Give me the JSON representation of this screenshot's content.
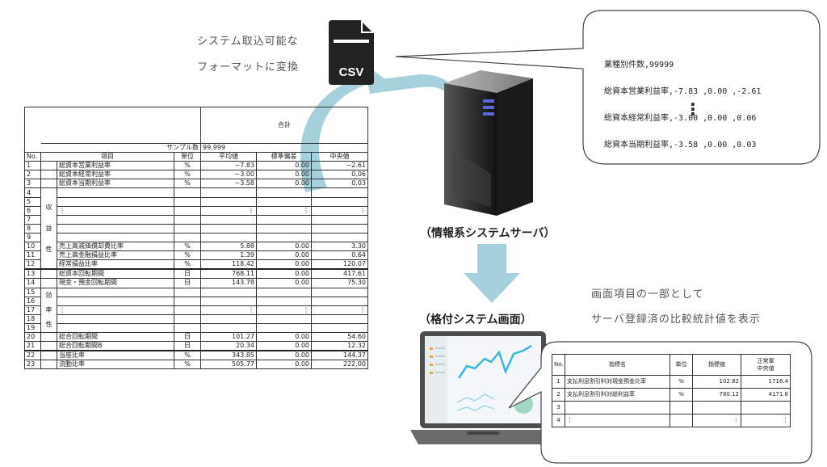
{
  "captions": {
    "convert_line1": "システム取込可能な",
    "convert_line2": "フォーマットに変換",
    "server_label": "（情報系システムサーバ）",
    "rating_label": "（格付システム画面）",
    "display_line1": "画面項目の一部として",
    "display_line2": "サーバ登録済の比較統計値を表示"
  },
  "csv_icon": {
    "label": "CSV",
    "icon": "csv-file-icon"
  },
  "server_icon": "server-tower-icon",
  "laptop_icon": "laptop-dashboard-icon",
  "bubble": {
    "lines": [
      "業種別件数,99999",
      "総資本営業利益率,-7.83 ,0.00 ,-2.61",
      "総資本経常利益率,-3.00 ,0.00 ,0.06",
      "総資本当期利益率,-3.58 ,0.00 ,0.03"
    ],
    "ellipsis": "⋮"
  },
  "source_table": {
    "header_total": "合計",
    "sample_label": "サンプル数",
    "sample_value": "99,999",
    "col_no": "No.",
    "col_item": "項目",
    "col_unit": "単位",
    "col_mean": "平均値",
    "col_sd": "標準偏差",
    "col_median": "中央値",
    "group_profit": [
      "収",
      "益",
      "性"
    ],
    "group_efficiency": [
      "効",
      "率",
      "性"
    ],
    "rows": [
      {
        "no": "1",
        "item": "総資本営業利益率",
        "unit": "%",
        "mean": "−7.83",
        "sd": "0.00",
        "median": "−2.61"
      },
      {
        "no": "2",
        "item": "総資本経常利益率",
        "unit": "%",
        "mean": "−3.00",
        "sd": "0.00",
        "median": "0.06"
      },
      {
        "no": "3",
        "item": "総資本当期利益率",
        "unit": "%",
        "mean": "−3.58",
        "sd": "0.00",
        "median": "0.03"
      },
      {
        "no": "4",
        "item": "",
        "unit": "",
        "mean": "",
        "sd": "",
        "median": ""
      },
      {
        "no": "5",
        "item": "",
        "unit": "",
        "mean": "",
        "sd": "",
        "median": ""
      },
      {
        "no": "6",
        "item": "⋮",
        "unit": "",
        "mean": "⋮",
        "sd": "⋮",
        "median": "⋮"
      },
      {
        "no": "7",
        "item": "",
        "unit": "",
        "mean": "",
        "sd": "",
        "median": ""
      },
      {
        "no": "8",
        "item": "",
        "unit": "",
        "mean": "",
        "sd": "",
        "median": ""
      },
      {
        "no": "9",
        "item": "",
        "unit": "",
        "mean": "",
        "sd": "",
        "median": ""
      },
      {
        "no": "10",
        "item": "売上高減価償却費比率",
        "unit": "%",
        "mean": "5.88",
        "sd": "0.00",
        "median": "3.30"
      },
      {
        "no": "11",
        "item": "売上高金融損益比率",
        "unit": "%",
        "mean": "1.39",
        "sd": "0.00",
        "median": "0.64"
      },
      {
        "no": "12",
        "item": "経常損益比率",
        "unit": "%",
        "mean": "118.42",
        "sd": "0.00",
        "median": "120.07"
      },
      {
        "no": "13",
        "item": "総資本回転期間",
        "unit": "日",
        "mean": "768.11",
        "sd": "0.00",
        "median": "417.61"
      },
      {
        "no": "14",
        "item": "現金・預金回転期間",
        "unit": "日",
        "mean": "143.78",
        "sd": "0.00",
        "median": "75.30"
      },
      {
        "no": "15",
        "item": "",
        "unit": "",
        "mean": "",
        "sd": "",
        "median": ""
      },
      {
        "no": "16",
        "item": "",
        "unit": "",
        "mean": "",
        "sd": "",
        "median": ""
      },
      {
        "no": "17",
        "item": "⋮",
        "unit": "",
        "mean": "⋮",
        "sd": "⋮",
        "median": "⋮"
      },
      {
        "no": "18",
        "item": "",
        "unit": "",
        "mean": "",
        "sd": "",
        "median": ""
      },
      {
        "no": "19",
        "item": "",
        "unit": "",
        "mean": "",
        "sd": "",
        "median": ""
      },
      {
        "no": "20",
        "item": "総合回転期間",
        "unit": "日",
        "mean": "101.27",
        "sd": "0.00",
        "median": "54.60"
      },
      {
        "no": "21",
        "item": "総合回転期間B",
        "unit": "日",
        "mean": "20.34",
        "sd": "0.00",
        "median": "12.32"
      },
      {
        "no": "22",
        "item": "当座比率",
        "unit": "%",
        "mean": "343.85",
        "sd": "0.00",
        "median": "144.37"
      },
      {
        "no": "23",
        "item": "流動比率",
        "unit": "%",
        "mean": "505.77",
        "sd": "0.00",
        "median": "222.00"
      }
    ]
  },
  "screen_table": {
    "col_no": "No.",
    "col_name": "指標名",
    "col_unit": "単位",
    "col_value": "指標値",
    "col_median_1": "正常軍",
    "col_median_2": "中央値",
    "rows": [
      {
        "no": "1",
        "name": "支払利息割引料対現金預金比率",
        "unit": "%",
        "value": "102.82",
        "median": "1716.4"
      },
      {
        "no": "2",
        "name": "支払利息割引料対総利益率",
        "unit": "%",
        "value": "780.12",
        "median": "4171.6"
      },
      {
        "no": "3",
        "name": "",
        "unit": "",
        "value": "",
        "median": ""
      },
      {
        "no": "4",
        "name": "⋮",
        "unit": "",
        "value": "⋮",
        "median": "⋮"
      }
    ]
  },
  "colors": {
    "arrow": "#a6d1dc",
    "server": "#2b2b2b",
    "laptop": "#5a5a5a",
    "chart_line": "#3bb6e0",
    "accent": "#f2a33a"
  }
}
